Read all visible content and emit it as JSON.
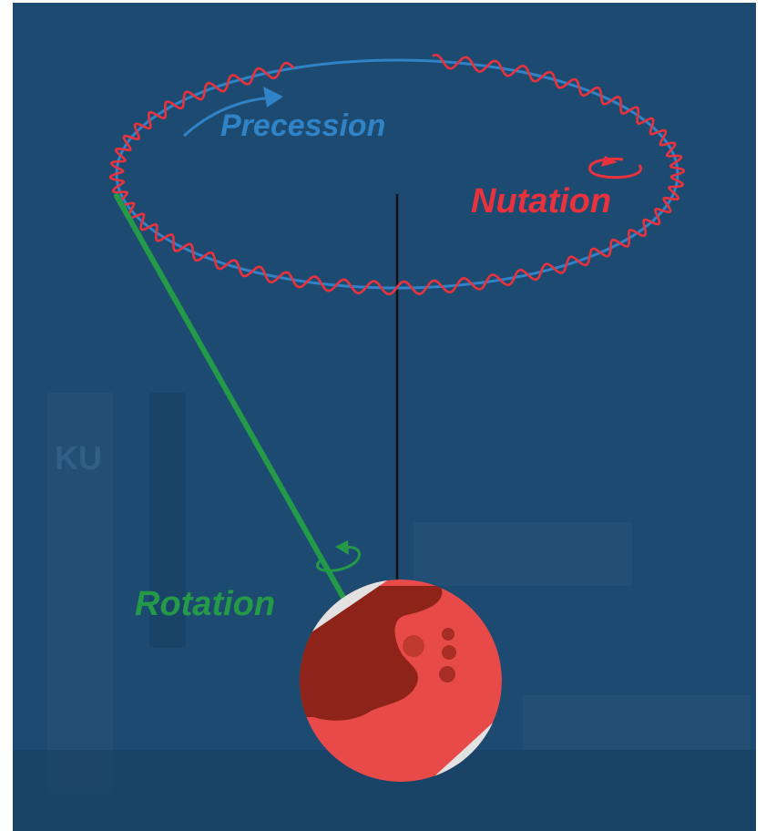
{
  "labels": {
    "precession": "Precession",
    "nutation": "Nutation",
    "rotation": "Rotation",
    "background_logo": "KU"
  },
  "colors": {
    "background": "#1d4a70",
    "precession": "#2f83c6",
    "nutation": "#e8323e",
    "rotation": "#249a48",
    "axis": "#111111",
    "sphere_light": "#e84a4a",
    "sphere_dark": "#8e2419",
    "sphere_cap": "#e2e2e2"
  }
}
